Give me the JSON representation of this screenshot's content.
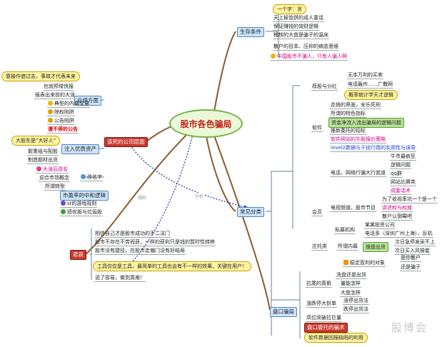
{
  "center": "股市各色骗局",
  "branches": {
    "survival": "生存条件",
    "classify": "常见分类",
    "company": "该死的公司层面",
    "sad": "悲哀",
    "board": "盘口骗局"
  },
  "survival_items": [
    "一个字：贪",
    "天上掉馅饼的成人童话",
    "保证赚钱的敛财逻辑",
    "稽核的大盘是骗子的温床",
    "散户的目本、压抑的病态思维",
    "中国股市不骗人，只有人骗人啊"
  ],
  "classify": {
    "stock_sub": "荐股与分红",
    "stock_items": [
      "无本万利的买卖",
      "电话轰炸……广撒网",
      "概率统计学天才逻辑"
    ],
    "soft": "软件",
    "soft_items": [
      "花俏的界面，安乐死刑",
      "所谓的特色指标",
      "资金净流入流出骗局的逻辑问题",
      "推新委托的招标",
      "软件网站的牛股报价策略",
      "level2数据与干扰行情的实用性与误导"
    ],
    "phone": "电话，网络行骗大行其道",
    "phone_items": [
      "牛市最疯狂",
      "逻辑问题",
      "qq群",
      "网站比赛类",
      "成套话术"
    ],
    "member": "会员",
    "tvshow": "电视频道，股市节目",
    "tv_items": [
      "为了收视率坑一个是一个",
      "讲述权与权威",
      "散户认倒霉吧"
    ],
    "private": "私募机构",
    "private_items": [
      "某某投资公司",
      "电话多（深圳广州上海），反机"
    ],
    "zhuang": "庄托类",
    "internal": "所谓内幕",
    "internal_tag": "操盘出货",
    "internal_items": [
      "次日急停发采不上",
      "次日买入风操套"
    ],
    "trap": "稳定盈利的对象",
    "trap_items": [
      "是你散户",
      "还是骗子"
    ]
  },
  "company": {
    "business": "业绩方面",
    "business_items": [
      "也就预增快报",
      "报表出来前的大涨",
      "典型的内幕交易",
      "除权陷阱",
      "公告陷阱",
      "漫不停的公告"
    ],
    "business_note": "靠操作遮过去，事故才代表未来",
    "inject": "注入优质资产",
    "inject_items": [
      "假重组与配股",
      "制造题材出货"
    ],
    "inject_note": "大股东是“大好人”",
    "rename": "改名字",
    "rename_items": [
      "大涨后改名",
      "迎合市场概念",
      "所谓转型"
    ],
    "rule": "市盈率的中和逻辑",
    "rule_items": [
      "st的游戏规则",
      "绩优股与垃圾股"
    ]
  },
  "sad_items": [
    "相信自己才是股市成功的不二法门",
    "股市不存在不劳而获，一样的获利只是钱的暂时性转移",
    "股市没有捷径，在股市走偏门没有好结局",
    "工具仅仅是工具，最简单的工具也会有不一样的效果，关键在用户！",
    "说了容易，做到真难！"
  ],
  "board_items": [
    "洗盘还是出货",
    "拉尾的真假",
    "量能怎样",
    "大盘怎样",
    "涨跌停大封单",
    "涨停出货法",
    "跌停出货法",
    "高位突破拉巨量",
    "盘口委托的骗术",
    "软件数据回报缺陷的利用"
  ],
  "link_labels": [
    "辅助",
    "分析"
  ],
  "watermark": "股博会"
}
